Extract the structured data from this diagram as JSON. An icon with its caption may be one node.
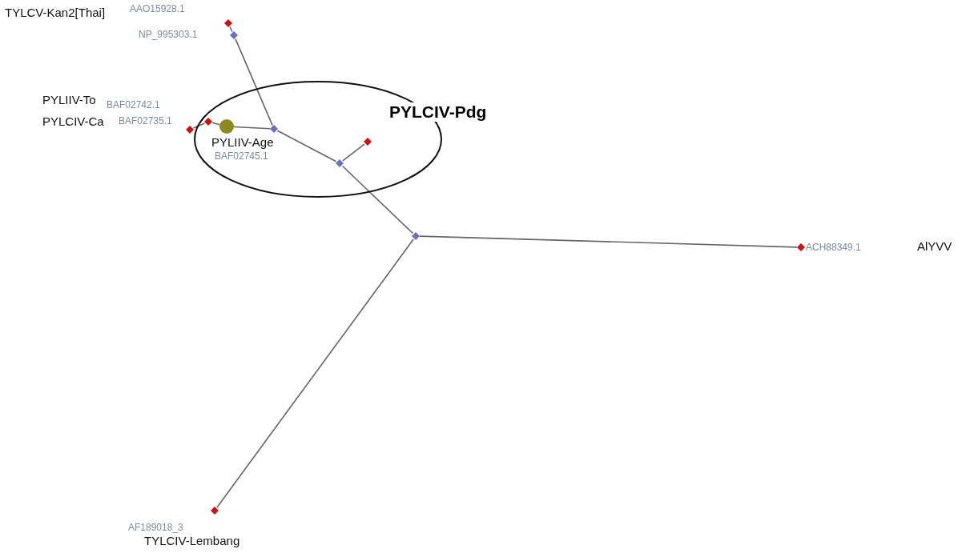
{
  "diagram": {
    "nodes": [
      {
        "text": [
          "PYLCIV-Pdg"
        ]
      },
      {
        "text": [],
        "shape": "diamond"
      },
      {
        "text": [],
        "shape": "diamond",
        "in": 0
      },
      {
        "text": [],
        "shape": "diamond",
        "in": 0
      },
      {
        "text": [],
        "shape": "diamond",
        "beside": [
          "NP_995303.1"
        ]
      },
      {
        "text": [],
        "shape": "diamond",
        "beside": [
          "AAO15928.1",
          "TYLCV-Kan2[Thai]"
        ]
      },
      {
        "text": [],
        "shape": "diamond",
        "beside": [
          "BAF02742.1",
          "PYLIIV-To"
        ],
        "in": 0
      },
      {
        "text": [],
        "shape": "diamond",
        "beside": [
          "BAF02735.1",
          "PYLCIV-Ca"
        ]
      },
      {
        "text": [],
        "shape": "circle",
        "beside": [
          "BAF02745.1",
          "PYLIIV-Age"
        ],
        "in": 0
      },
      {
        "text": [],
        "shape": "diamond",
        "in": 0
      },
      {
        "text": [],
        "shape": "diamond",
        "beside": [
          "ACH88349.1"
        ]
      },
      {
        "text": [],
        "shape": "diamond",
        "beside": [
          "AF189018_3",
          "TYLCIV-Lembang"
        ]
      }
    ],
    "edges": [
      {
        "from": 1,
        "to": 2,
        "arrow": "none"
      },
      {
        "from": 2,
        "to": 9,
        "arrow": "none"
      },
      {
        "from": 2,
        "to": 3,
        "arrow": "none"
      },
      {
        "from": 3,
        "to": 4,
        "arrow": "none"
      },
      {
        "from": 4,
        "to": 5,
        "arrow": "none"
      },
      {
        "from": 3,
        "to": 8,
        "arrow": "none"
      },
      {
        "from": 8,
        "to": 6,
        "arrow": "none"
      },
      {
        "from": 6,
        "to": 7,
        "arrow": "none"
      },
      {
        "from": 1,
        "to": 10,
        "arrow": "none"
      },
      {
        "from": 1,
        "to": 11,
        "arrow": "none"
      }
    ],
    "labels": [
      "AlYVV"
    ]
  }
}
